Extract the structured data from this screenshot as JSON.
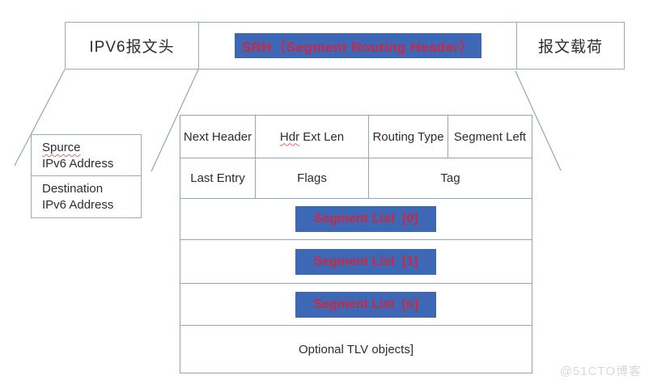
{
  "packet_bar": {
    "ipv6_header": "IPV6报文头",
    "srh": "SRH（Segment Routing Header）",
    "payload": "报文载荷"
  },
  "address_box": {
    "source": {
      "line1": "Spurce",
      "line2": "IPv6 Address"
    },
    "destination": {
      "line1": "Destination",
      "line2": "IPv6 Address"
    }
  },
  "srh_table": {
    "next_header": "Next Header",
    "hdr_ext_len": {
      "word1": "Hdr",
      "word2": " Ext Len"
    },
    "routing_type": "Routing Type",
    "segment_left": "Segment Left",
    "last_entry": "Last Entry",
    "flags": "Flags",
    "tag": "Tag",
    "segment_lists": [
      "Segment List  [0]",
      "Segment List  [1]",
      "Segment List  [n]"
    ],
    "optional_tlv": "Optional TLV objects]"
  },
  "watermark": "@51CTO博客",
  "colors": {
    "highlight_blue": "#3d68b5",
    "highlight_red": "#cc2744",
    "border_blue_gray": "#93a4bc",
    "watermark_gray": "#d8d8d8"
  }
}
